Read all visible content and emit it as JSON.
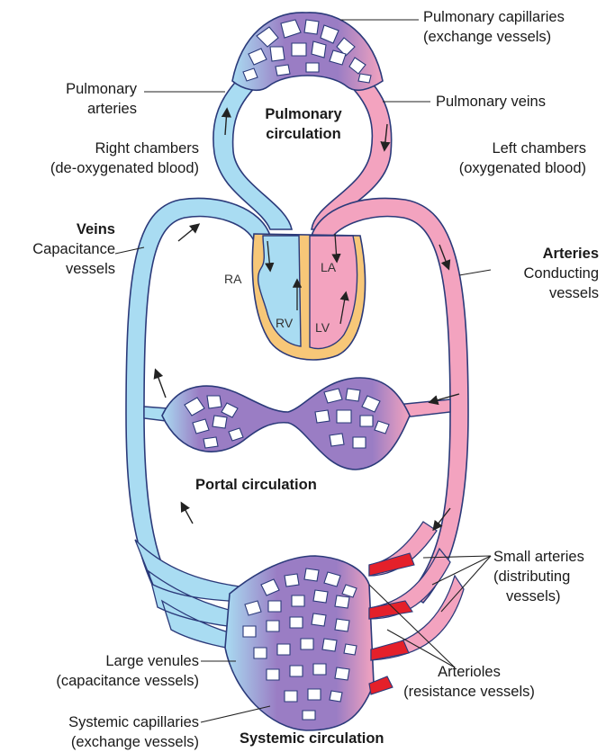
{
  "labels": {
    "pulmonary_capillaries": "Pulmonary capillaries",
    "pulmonary_capillaries_sub": "(exchange vessels)",
    "pulmonary_arteries_1": "Pulmonary",
    "pulmonary_arteries_2": "arteries",
    "pulmonary_circulation_1": "Pulmonary",
    "pulmonary_circulation_2": "circulation",
    "pulmonary_veins": "Pulmonary veins",
    "right_chambers": "Right chambers",
    "right_chambers_sub": "(de-oxygenated blood)",
    "left_chambers": "Left chambers",
    "left_chambers_sub": "(oxygenated blood)",
    "veins_title": "Veins",
    "veins_sub_1": "Capacitance",
    "veins_sub_2": "vessels",
    "arteries_title": "Arteries",
    "arteries_sub_1": "Conducting",
    "arteries_sub_2": "vessels",
    "ra": "RA",
    "la": "LA",
    "rv": "RV",
    "lv": "LV",
    "portal_circulation": "Portal circulation",
    "small_arteries_1": "Small arteries",
    "small_arteries_2": "(distributing",
    "small_arteries_3": "vessels)",
    "arterioles_1": "Arterioles",
    "arterioles_2": "(resistance vessels)",
    "large_venules_1": "Large venules",
    "large_venules_2": "(capacitance vessels)",
    "systemic_capillaries_1": "Systemic capillaries",
    "systemic_capillaries_2": "(exchange vessels)",
    "systemic_circulation": "Systemic circulation"
  },
  "colors": {
    "deoxygenated": "#a9dcf2",
    "oxygenated": "#f3a3bf",
    "capillary": "#9a7dc4",
    "vessel_outline": "#2b3a7a",
    "heart_wall": "#f7c778",
    "arteriole": "#e4202a"
  }
}
